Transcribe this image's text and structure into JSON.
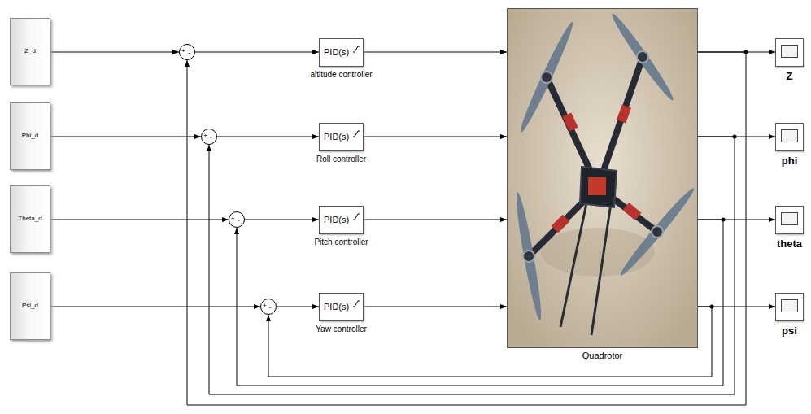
{
  "diagram": {
    "nodes": [
      {
        "text": [
          "Z_d"
        ]
      },
      {
        "text": [
          "+",
          "-"
        ]
      },
      {
        "text": [
          "PID(s)",
          "altitude controller"
        ]
      },
      {
        "text": [
          "Quadrotor"
        ]
      },
      {
        "text": [
          "Z"
        ]
      },
      {
        "text": [
          "Phi_d"
        ]
      },
      {
        "text": [
          "+",
          "-"
        ]
      },
      {
        "text": [
          "PID(s)",
          "Roll controller"
        ]
      },
      {
        "text": [
          "phi"
        ]
      },
      {
        "text": [
          "Theta_d"
        ]
      },
      {
        "text": [
          "+",
          "-"
        ]
      },
      {
        "text": [
          "PID(s)",
          "Pitch controller"
        ]
      },
      {
        "text": [
          "theta"
        ]
      },
      {
        "text": [
          "Psi_d"
        ]
      },
      {
        "text": [
          "+",
          "-"
        ]
      },
      {
        "text": [
          "PID(s)",
          "Yaw controller"
        ]
      },
      {
        "text": [
          "psi"
        ]
      }
    ],
    "edges": [
      {
        "from": 0,
        "to": 1,
        "arrow": "to"
      },
      {
        "from": 1,
        "to": 2,
        "arrow": "to"
      },
      {
        "from": 2,
        "to": 3,
        "arrow": "to"
      },
      {
        "from": 3,
        "to": 4,
        "arrow": "to"
      },
      {
        "from": 3,
        "to": 1,
        "arrow": "to"
      },
      {
        "from": 5,
        "to": 6,
        "arrow": "to"
      },
      {
        "from": 6,
        "to": 7,
        "arrow": "to"
      },
      {
        "from": 7,
        "to": 3,
        "arrow": "to"
      },
      {
        "from": 3,
        "to": 8,
        "arrow": "to"
      },
      {
        "from": 3,
        "to": 6,
        "arrow": "to"
      },
      {
        "from": 9,
        "to": 10,
        "arrow": "to"
      },
      {
        "from": 10,
        "to": 11,
        "arrow": "to"
      },
      {
        "from": 11,
        "to": 3,
        "arrow": "to"
      },
      {
        "from": 3,
        "to": 12,
        "arrow": "to"
      },
      {
        "from": 3,
        "to": 10,
        "arrow": "to"
      },
      {
        "from": 13,
        "to": 14,
        "arrow": "to"
      },
      {
        "from": 14,
        "to": 15,
        "arrow": "to"
      },
      {
        "from": 15,
        "to": 3,
        "arrow": "to"
      },
      {
        "from": 3,
        "to": 16,
        "arrow": "to"
      },
      {
        "from": 3,
        "to": 14,
        "arrow": "to"
      }
    ]
  }
}
